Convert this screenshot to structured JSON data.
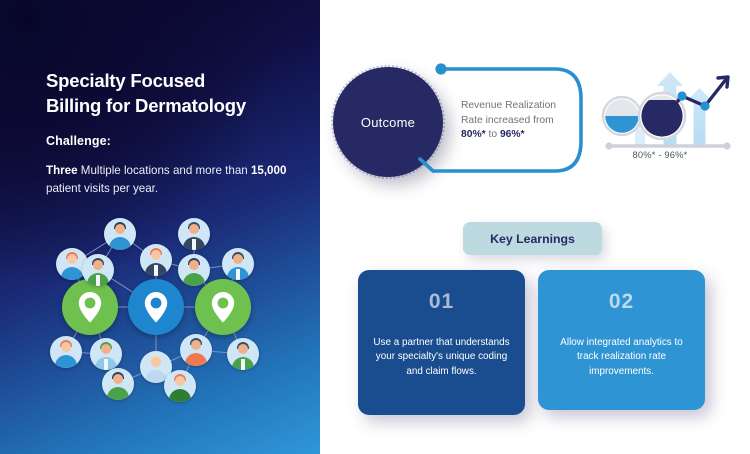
{
  "left_panel": {
    "title_line1": "Specialty Focused",
    "title_line2": "Billing for Dermatology",
    "challenge_label": "Challenge:",
    "challenge_strong_1": "Three",
    "challenge_text_1": " Multiple locations and more than ",
    "challenge_strong_2": "15,000",
    "challenge_text_2": " patient visits per year.",
    "network_alt": "network-of-people-and-locations"
  },
  "outcome": {
    "label": "Outcome",
    "callout_line1": "Revenue Realization",
    "callout_line2": "Rate increased from",
    "callout_value_from": "80%*",
    "callout_middle": " to ",
    "callout_value_to": "96%*"
  },
  "chart_data": {
    "type": "bar",
    "title": "",
    "xlabel": "80%* - 96%*",
    "ylabel": "",
    "categories": [
      "80%*",
      "96%*"
    ],
    "values": [
      80,
      96
    ],
    "series": [
      {
        "name": "Realization Rate",
        "values": [
          80,
          96
        ]
      }
    ],
    "axis_label": "80%* - 96%*",
    "ylim": [
      0,
      100
    ],
    "grid": false,
    "legend": "none",
    "gauges": [
      {
        "name": "before",
        "fill_percent": 60,
        "color": "#2f94d4"
      },
      {
        "name": "after",
        "fill_percent": 85,
        "color": "#262963"
      }
    ],
    "trend_direction": "up",
    "annotations": [
      "80%* - 96%*"
    ]
  },
  "key_learnings": {
    "heading": "Key Learnings",
    "cards": [
      {
        "number": "01",
        "text": "Use a partner that understands your specialty's unique coding and claim flows."
      },
      {
        "number": "02",
        "text": "Allow integrated analytics to track realization rate improvements."
      }
    ]
  },
  "colors": {
    "navy_dark": "#262963",
    "navy_card": "#1a4d8f",
    "blue_accent": "#2f94d4",
    "pill_bg": "#bcdae0",
    "green_pin": "#6fc14f",
    "panel_gradient_start": "#070627",
    "panel_gradient_end": "#2f97d8"
  }
}
